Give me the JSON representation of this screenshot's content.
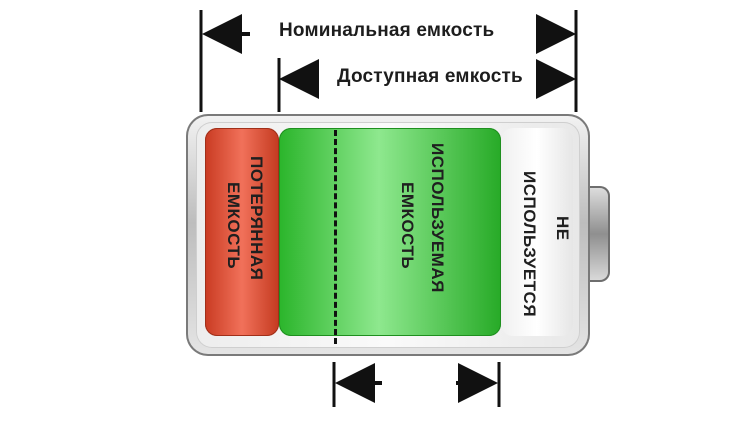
{
  "labels": {
    "nominal_capacity": "Номинальная емкость",
    "available_capacity": "Доступная емкость"
  },
  "segments": {
    "lost": {
      "line1": "ПОТЕРЯННАЯ",
      "line2": "ЕМКОСТЬ"
    },
    "used": {
      "line1": "ИСПОЛЬЗУЕМАЯ",
      "line2": "ЕМКОСТЬ"
    },
    "unused": {
      "line1": "НЕ",
      "line2": "ИСПОЛЬЗУЕТСЯ"
    }
  },
  "colors": {
    "lost": "#e0533a",
    "used": "#4fd24f",
    "unused": "#f5f5f5",
    "battery_shell": "#c8c8c8",
    "text": "#1d1d1d"
  }
}
